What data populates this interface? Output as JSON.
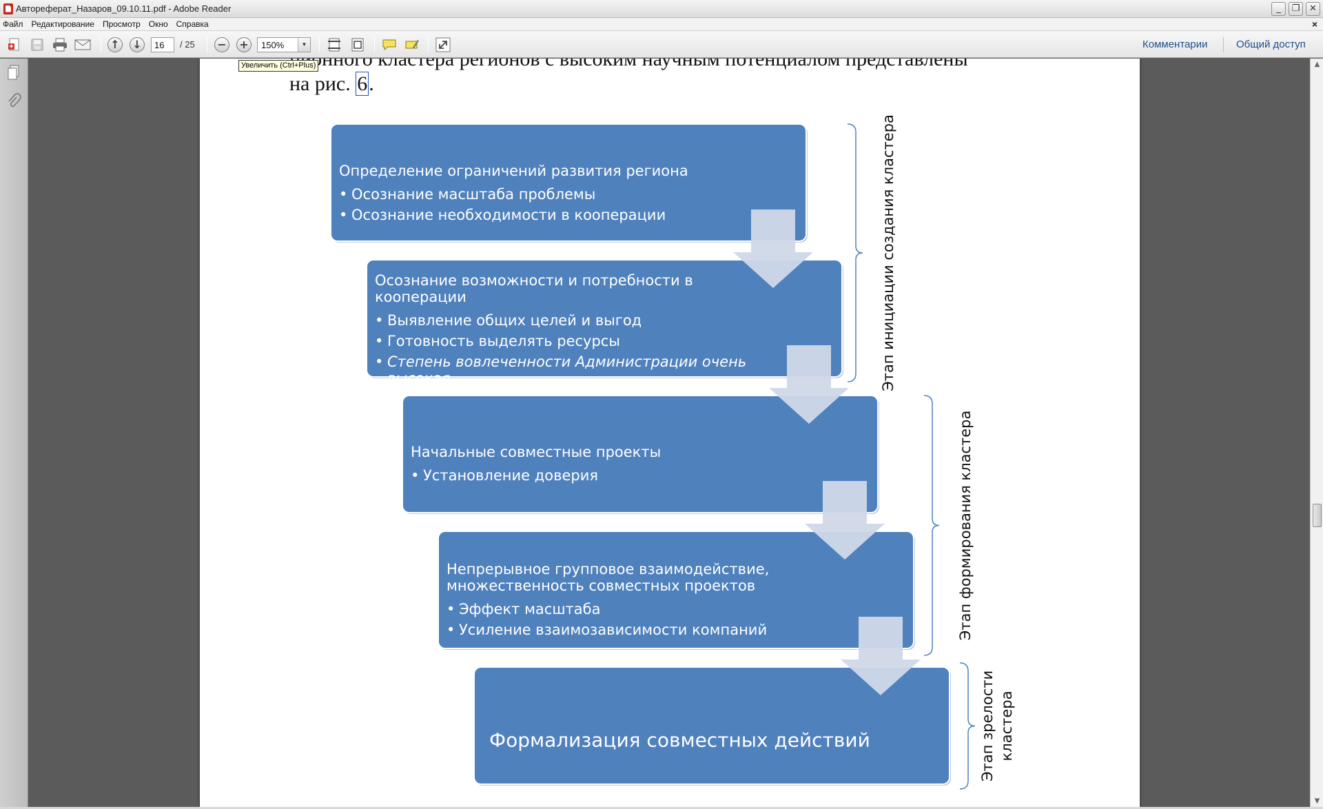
{
  "window": {
    "title": "Автореферат_Назаров_09.10.11.pdf - Adobe Reader",
    "controls": {
      "minimize": "_",
      "restore": "❐",
      "close": "✕"
    }
  },
  "menu": {
    "items": [
      "Файл",
      "Редактирование",
      "Просмотр",
      "Окно",
      "Справка"
    ],
    "close_doc": "×"
  },
  "toolbar": {
    "current_page": "16",
    "page_total": "/ 25",
    "zoom_value": "150%",
    "zoom_drop_glyph": "▼",
    "comments_label": "Комментарии",
    "share_label": "Общий доступ",
    "tooltip": "Увеличить (Ctrl+Plus)"
  },
  "document": {
    "line1": "ционного кластера регионов с высоким научным потенциалом представлены",
    "line2_prefix": "на рис. ",
    "line2_ref": "6",
    "line2_suffix": "."
  },
  "diagram": {
    "steps": [
      {
        "title_lines": [
          "Определение ограничений развития региона"
        ],
        "bullets": [
          [
            "Осознание масштаба проблемы"
          ],
          [
            "Осознание необходимости в кооперации"
          ]
        ]
      },
      {
        "title_lines": [
          "Осознание возможности и потребности в",
          "кооперации"
        ],
        "bullets": [
          [
            "Выявление общих целей и выгод"
          ],
          [
            "Готовность выделять ресурсы"
          ],
          [
            "Степень вовлеченности Администрации  очень",
            "высокая"
          ]
        ],
        "italic_last": true
      },
      {
        "title_lines": [
          "Начальные совместные проекты"
        ],
        "bullets": [
          [
            "Установление доверия"
          ]
        ]
      },
      {
        "title_lines": [
          "Непрерывное групповое взаимодействие,",
          "множественность совместных проектов"
        ],
        "bullets": [
          [
            "Эффект масштаба"
          ],
          [
            "Усиление взаимозависимости компаний"
          ]
        ]
      },
      {
        "title_lines": [
          "Формализация совместных действий"
        ],
        "bullets": []
      }
    ],
    "stages": [
      {
        "lines": [
          "Этап инициации создания кластера"
        ]
      },
      {
        "lines": [
          "Этап формирования кластера"
        ]
      },
      {
        "lines": [
          "Этап зрелости",
          "кластера"
        ]
      }
    ],
    "colors": {
      "box": "#4f81bd",
      "arrow": "#d0d8e8",
      "brace": "#4f81bd"
    }
  },
  "icons": {
    "open": "open-file-icon",
    "save": "save-icon",
    "print": "print-icon",
    "email": "email-icon",
    "prev": "previous-page-icon",
    "next": "next-page-icon",
    "zoom_out": "zoom-out-icon",
    "zoom_in": "zoom-in-icon"
  }
}
